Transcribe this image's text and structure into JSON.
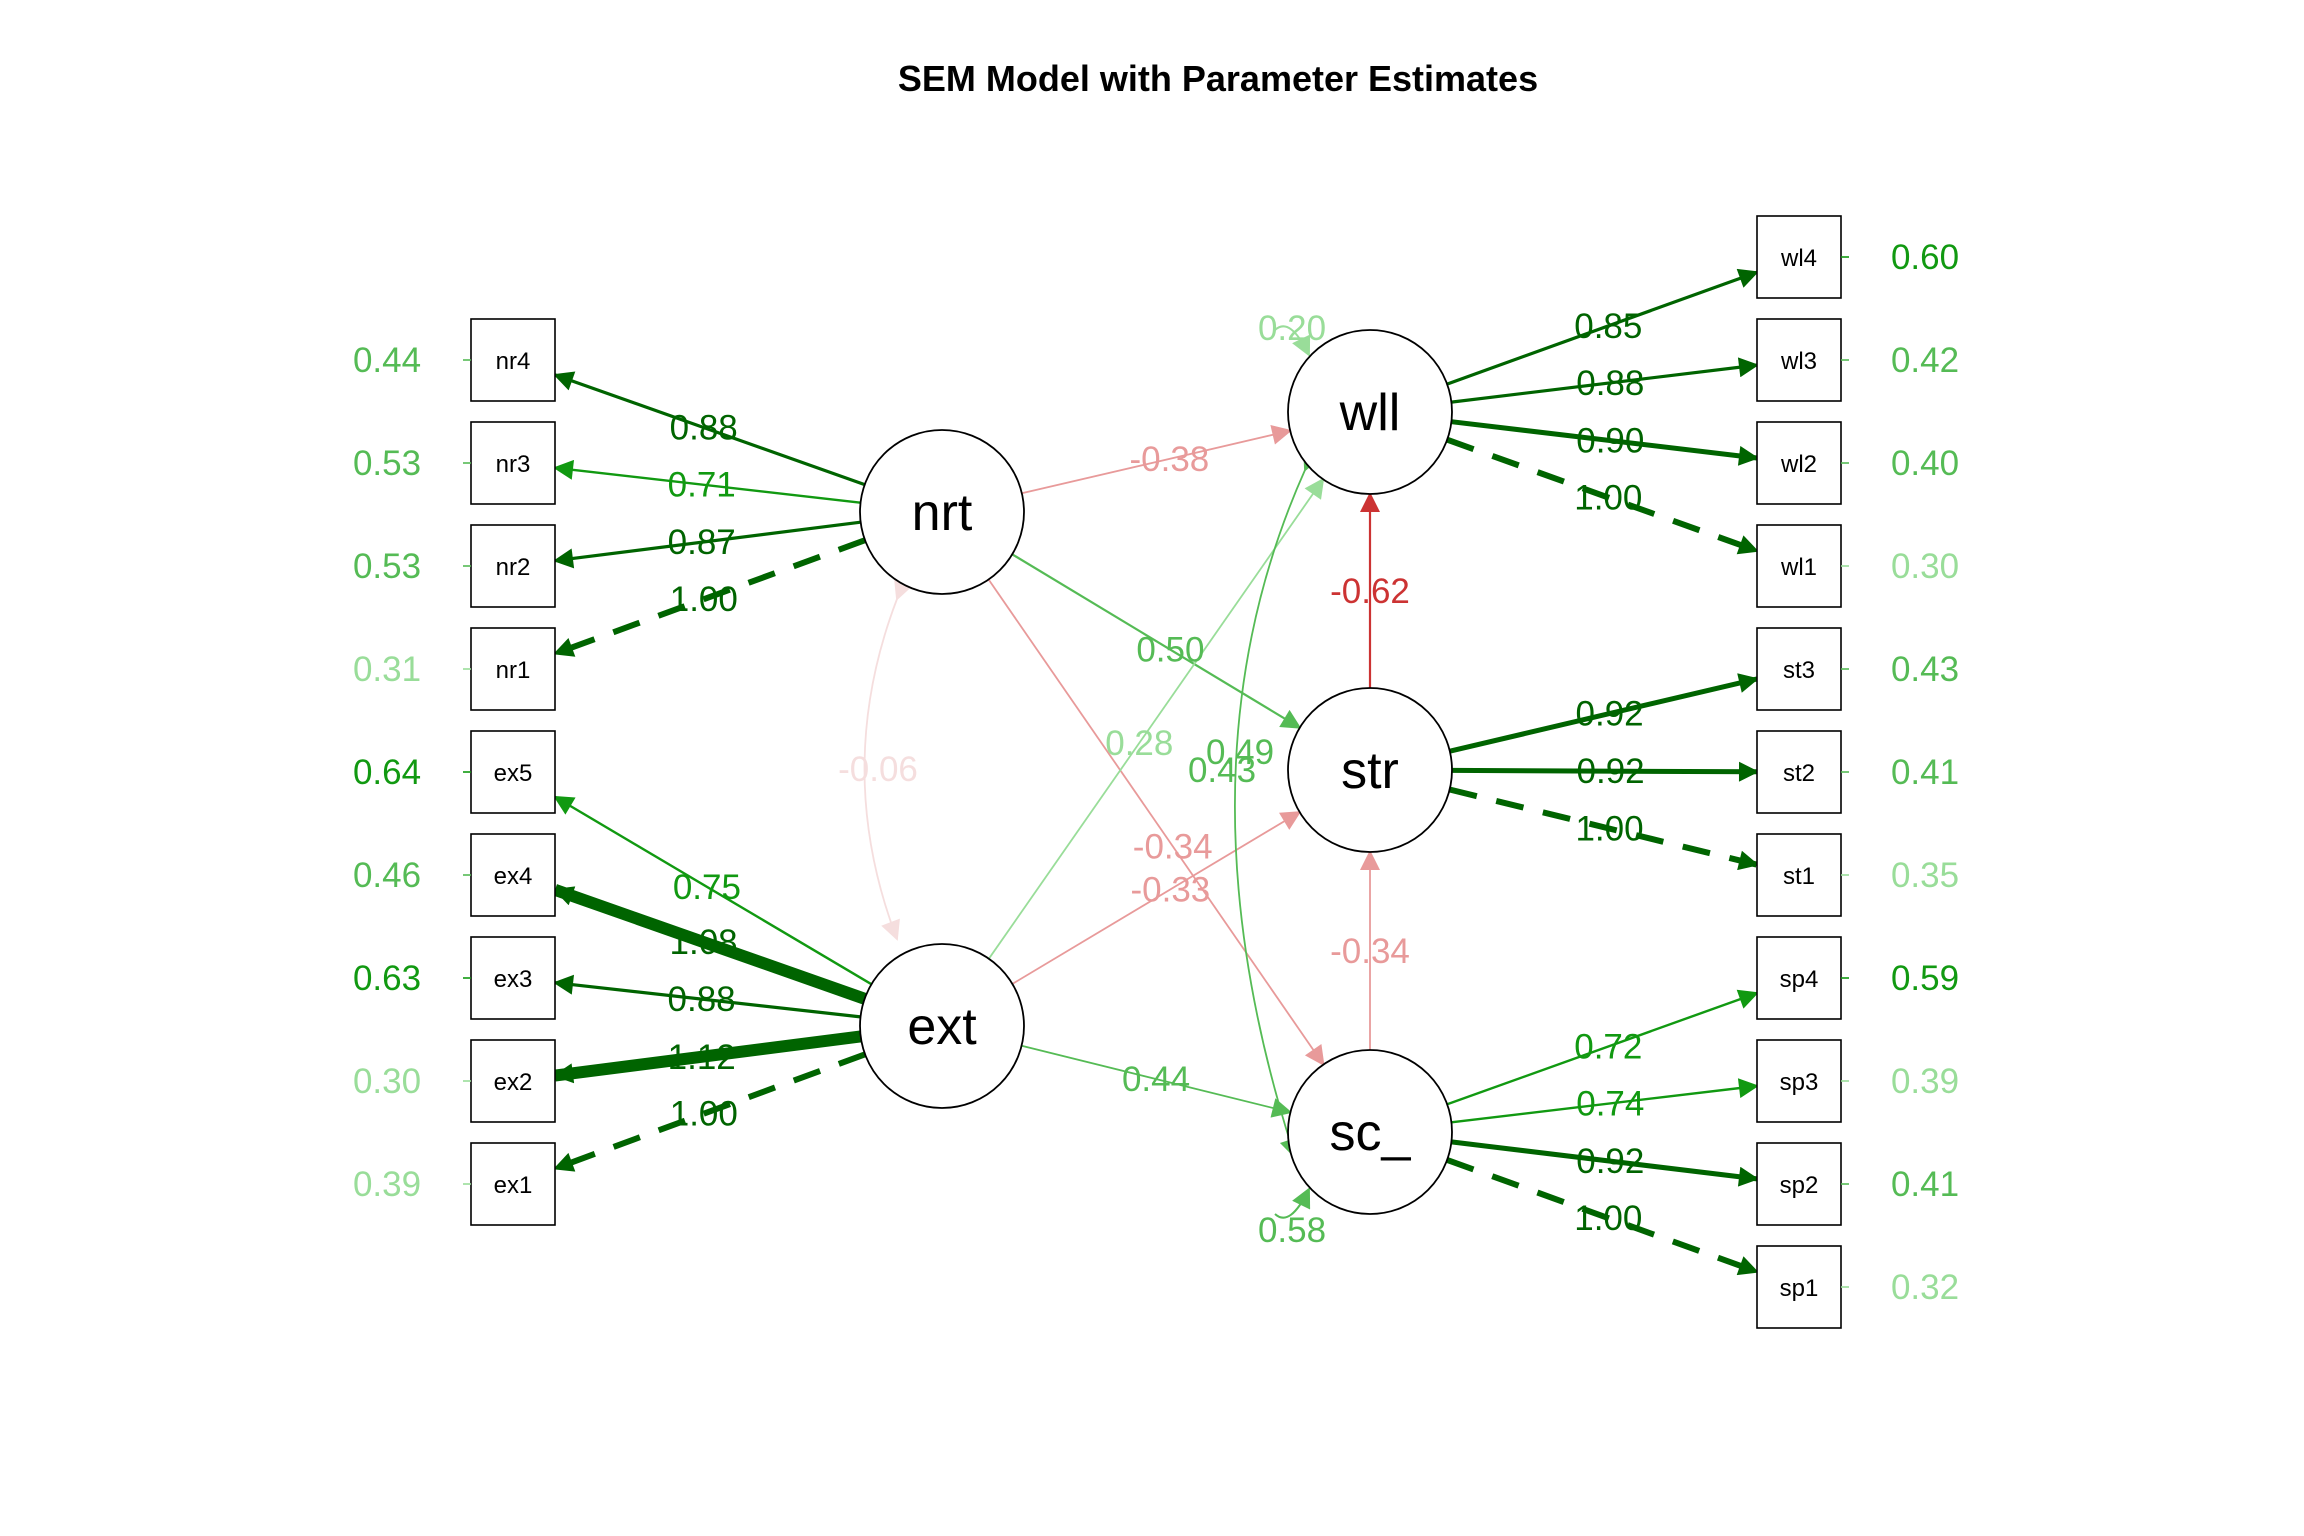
{
  "title": "SEM Model with Parameter Estimates",
  "latents": [
    {
      "id": "nrt",
      "label": "nrt"
    },
    {
      "id": "ext",
      "label": "ext"
    },
    {
      "id": "wll",
      "label": "wll"
    },
    {
      "id": "str",
      "label": "str"
    },
    {
      "id": "sc_",
      "label": "sc_"
    }
  ],
  "manifests": [
    {
      "id": "nr4",
      "label": "nr4",
      "residual": "0.44"
    },
    {
      "id": "nr3",
      "label": "nr3",
      "residual": "0.53"
    },
    {
      "id": "nr2",
      "label": "nr2",
      "residual": "0.53"
    },
    {
      "id": "nr1",
      "label": "nr1",
      "residual": "0.31"
    },
    {
      "id": "ex5",
      "label": "ex5",
      "residual": "0.64"
    },
    {
      "id": "ex4",
      "label": "ex4",
      "residual": "0.46"
    },
    {
      "id": "ex3",
      "label": "ex3",
      "residual": "0.63"
    },
    {
      "id": "ex2",
      "label": "ex2",
      "residual": "0.30"
    },
    {
      "id": "ex1",
      "label": "ex1",
      "residual": "0.39"
    },
    {
      "id": "wl4",
      "label": "wl4",
      "residual": "0.60"
    },
    {
      "id": "wl3",
      "label": "wl3",
      "residual": "0.42"
    },
    {
      "id": "wl2",
      "label": "wl2",
      "residual": "0.40"
    },
    {
      "id": "wl1",
      "label": "wl1",
      "residual": "0.30"
    },
    {
      "id": "st3",
      "label": "st3",
      "residual": "0.43"
    },
    {
      "id": "st2",
      "label": "st2",
      "residual": "0.41"
    },
    {
      "id": "st1",
      "label": "st1",
      "residual": "0.35"
    },
    {
      "id": "sp4",
      "label": "sp4",
      "residual": "0.59"
    },
    {
      "id": "sp3",
      "label": "sp3",
      "residual": "0.39"
    },
    {
      "id": "sp2",
      "label": "sp2",
      "residual": "0.41"
    },
    {
      "id": "sp1",
      "label": "sp1",
      "residual": "0.32"
    }
  ],
  "loadings": [
    {
      "from": "nrt",
      "to": "nr4",
      "label": "0.88",
      "value": 0.88,
      "fixed": false
    },
    {
      "from": "nrt",
      "to": "nr3",
      "label": "0.71",
      "value": 0.71,
      "fixed": false
    },
    {
      "from": "nrt",
      "to": "nr2",
      "label": "0.87",
      "value": 0.87,
      "fixed": false
    },
    {
      "from": "nrt",
      "to": "nr1",
      "label": "1.00",
      "value": 1.0,
      "fixed": true
    },
    {
      "from": "ext",
      "to": "ex5",
      "label": "0.75",
      "value": 0.75,
      "fixed": false
    },
    {
      "from": "ext",
      "to": "ex4",
      "label": "1.08",
      "value": 1.08,
      "fixed": false
    },
    {
      "from": "ext",
      "to": "ex3",
      "label": "0.88",
      "value": 0.88,
      "fixed": false
    },
    {
      "from": "ext",
      "to": "ex2",
      "label": "1.12",
      "value": 1.12,
      "fixed": false
    },
    {
      "from": "ext",
      "to": "ex1",
      "label": "1.00",
      "value": 1.0,
      "fixed": true
    },
    {
      "from": "wll",
      "to": "wl4",
      "label": "0.85",
      "value": 0.85,
      "fixed": false
    },
    {
      "from": "wll",
      "to": "wl3",
      "label": "0.88",
      "value": 0.88,
      "fixed": false
    },
    {
      "from": "wll",
      "to": "wl2",
      "label": "0.90",
      "value": 0.9,
      "fixed": false
    },
    {
      "from": "wll",
      "to": "wl1",
      "label": "1.00",
      "value": 1.0,
      "fixed": true
    },
    {
      "from": "str",
      "to": "st3",
      "label": "0.92",
      "value": 0.92,
      "fixed": false
    },
    {
      "from": "str",
      "to": "st2",
      "label": "0.92",
      "value": 0.92,
      "fixed": false
    },
    {
      "from": "str",
      "to": "st1",
      "label": "1.00",
      "value": 1.0,
      "fixed": true
    },
    {
      "from": "sc_",
      "to": "sp4",
      "label": "0.72",
      "value": 0.72,
      "fixed": false
    },
    {
      "from": "sc_",
      "to": "sp3",
      "label": "0.74",
      "value": 0.74,
      "fixed": false
    },
    {
      "from": "sc_",
      "to": "sp2",
      "label": "0.92",
      "value": 0.92,
      "fixed": false
    },
    {
      "from": "sc_",
      "to": "sp1",
      "label": "1.00",
      "value": 1.0,
      "fixed": true
    }
  ],
  "structural_paths": [
    {
      "from": "nrt",
      "to": "wll",
      "label": "-0.38",
      "value": -0.38
    },
    {
      "from": "nrt",
      "to": "str",
      "label": "0.50",
      "value": 0.5
    },
    {
      "from": "nrt",
      "to": "sc_",
      "label": "-0.34",
      "value": -0.34
    },
    {
      "from": "ext",
      "to": "wll",
      "label": "0.28",
      "value": 0.28
    },
    {
      "from": "ext",
      "to": "str",
      "label": "-0.33",
      "value": -0.33
    },
    {
      "from": "ext",
      "to": "sc_",
      "label": "0.44",
      "value": 0.44
    },
    {
      "from": "str",
      "to": "wll",
      "label": "-0.62",
      "value": -0.62
    },
    {
      "from": "sc_",
      "to": "str",
      "label": "-0.34",
      "value": -0.34
    }
  ],
  "covariances": [
    {
      "between": [
        "nrt",
        "ext"
      ],
      "label": "-0.06",
      "value": -0.06
    },
    {
      "between": [
        "wll",
        "sc_"
      ],
      "label": "0.49",
      "value": 0.49
    }
  ],
  "overlapping_label": "0.43",
  "latent_residuals": [
    {
      "id": "wll",
      "label": "0.20"
    },
    {
      "id": "sc_",
      "label": "0.58"
    }
  ],
  "colors": {
    "positive_strong": "#006400",
    "positive_mid": "#119911",
    "positive_light": "#55bb55",
    "positive_faint": "#99dd99",
    "negative": "#cc3333",
    "negative_light": "#e89a9a",
    "negative_faint": "#f5dede"
  }
}
